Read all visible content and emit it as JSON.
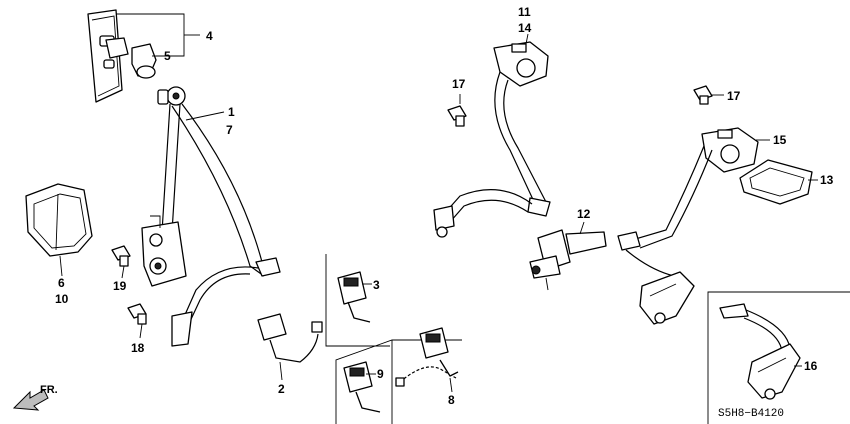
{
  "diagram": {
    "callouts": [
      {
        "id": "c4",
        "text": "4"
      },
      {
        "id": "c5",
        "text": "5"
      },
      {
        "id": "c1",
        "text": "1"
      },
      {
        "id": "c7",
        "text": "7"
      },
      {
        "id": "c6",
        "text": "6"
      },
      {
        "id": "c10",
        "text": "10"
      },
      {
        "id": "c19",
        "text": "19"
      },
      {
        "id": "c18",
        "text": "18"
      },
      {
        "id": "c2",
        "text": "2"
      },
      {
        "id": "c3",
        "text": "3"
      },
      {
        "id": "c9",
        "text": "9"
      },
      {
        "id": "c8",
        "text": "8"
      },
      {
        "id": "c11",
        "text": "11"
      },
      {
        "id": "c14",
        "text": "14"
      },
      {
        "id": "c17a",
        "text": "17"
      },
      {
        "id": "c12",
        "text": "12"
      },
      {
        "id": "c17b",
        "text": "17"
      },
      {
        "id": "c15",
        "text": "15"
      },
      {
        "id": "c13",
        "text": "13"
      },
      {
        "id": "c16",
        "text": "16"
      }
    ],
    "direction_label": "FR.",
    "diagram_code": "S5H8−B4120"
  }
}
